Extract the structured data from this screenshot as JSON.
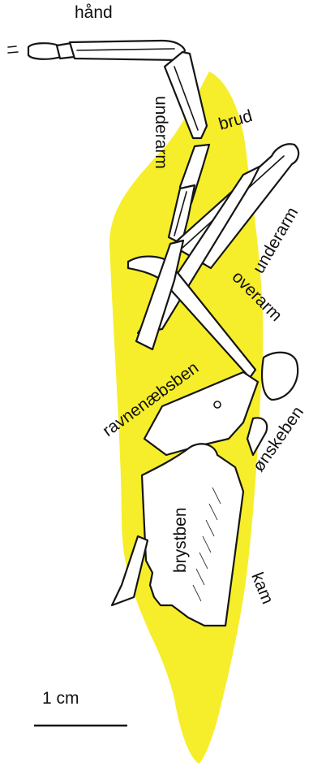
{
  "figure": {
    "slab_color": "#f6ee2a",
    "line_color": "#151515",
    "labels": {
      "hand": "hånd",
      "lower_arm_left": "underarm",
      "break": "brud",
      "lower_arm_right": "underarm",
      "upper_arm": "overarm",
      "coracoid": "ravnenæbsben",
      "wishbone": "ønskeben",
      "sternum": "brystben",
      "keel": "kam"
    },
    "scale_bar": {
      "label": "1 cm"
    }
  }
}
